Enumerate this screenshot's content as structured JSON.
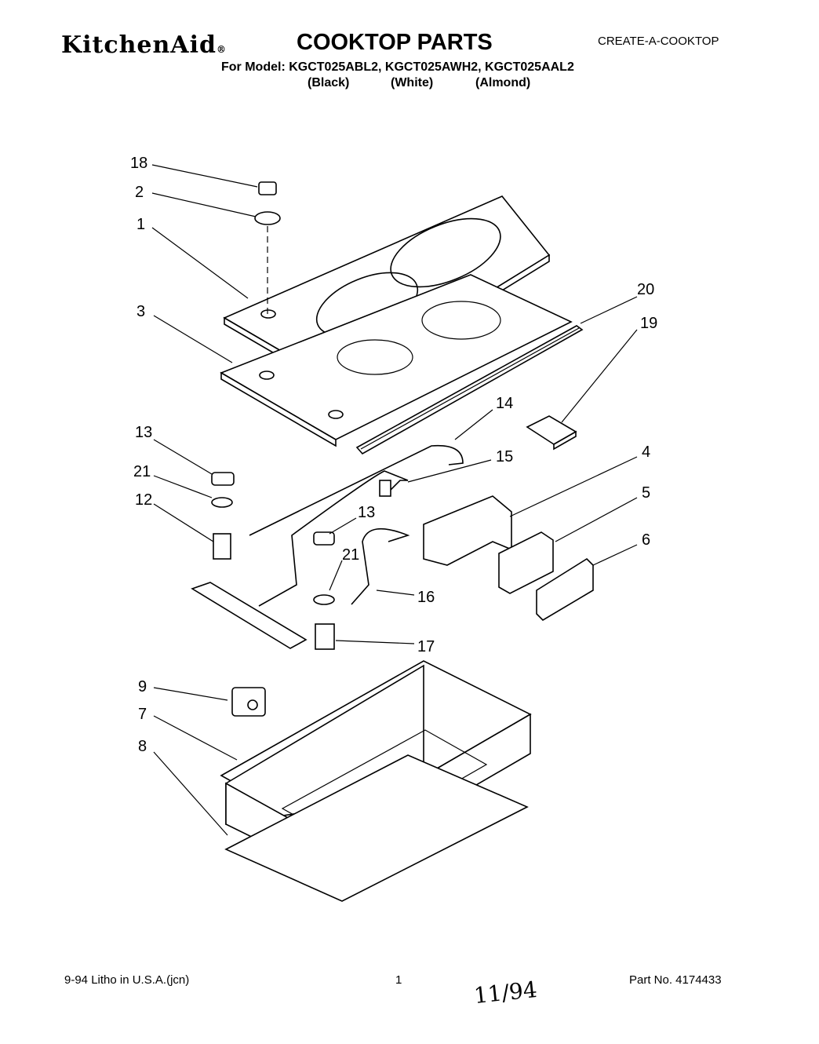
{
  "header": {
    "brand": "KitchenAid",
    "brand_mark": "®",
    "title": "COOKTOP PARTS",
    "doc_type": "CREATE-A-COOKTOP",
    "models_line": "For Model: KGCT025ABL2, KGCT025AWH2, KGCT025AAL2",
    "colors": [
      "(Black)",
      "(White)",
      "(Almond)"
    ]
  },
  "callouts": [
    "18",
    "2",
    "1",
    "3",
    "20",
    "19",
    "14",
    "13",
    "15",
    "4",
    "21",
    "5",
    "12",
    "13",
    "6",
    "21",
    "16",
    "17",
    "9",
    "7",
    "8"
  ],
  "footer": {
    "litho": "9-94 Litho in U.S.A.(jcn)",
    "page": "1",
    "handwritten": "11/94",
    "part_no": "Part No. 4174433"
  }
}
